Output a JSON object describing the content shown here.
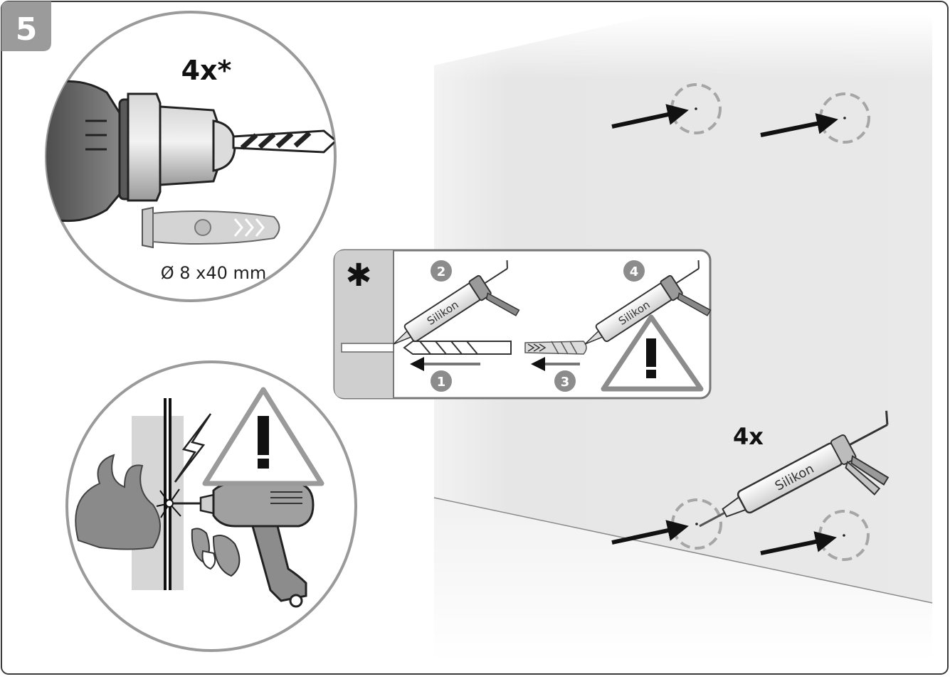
{
  "step": {
    "number": "5"
  },
  "drill_panel": {
    "quantity": "4x*",
    "dowel_size": "Ø 8 x40 mm"
  },
  "asterisk_panel": {
    "marker": "✱",
    "cartridge_label_a": "Silikon",
    "cartridge_label_b": "Silikon",
    "steps": [
      "1",
      "2",
      "3",
      "4"
    ]
  },
  "wall": {
    "quantity": "4x",
    "cartridge_label": "Silikon"
  },
  "colors": {
    "frame": "#3a3a3a",
    "step_badge": "#9b9b9b",
    "wall": "#e4e4e4",
    "dashed_circle": "#a6a6a6",
    "arrow": "#111111",
    "tool_gray": "#8c8c8c"
  },
  "icons": [
    "warning-icon",
    "drill-icon",
    "dowel-icon",
    "silicone-gun-icon",
    "fire-icon",
    "water-drops-icon",
    "lightning-icon",
    "arrow-icon"
  ]
}
